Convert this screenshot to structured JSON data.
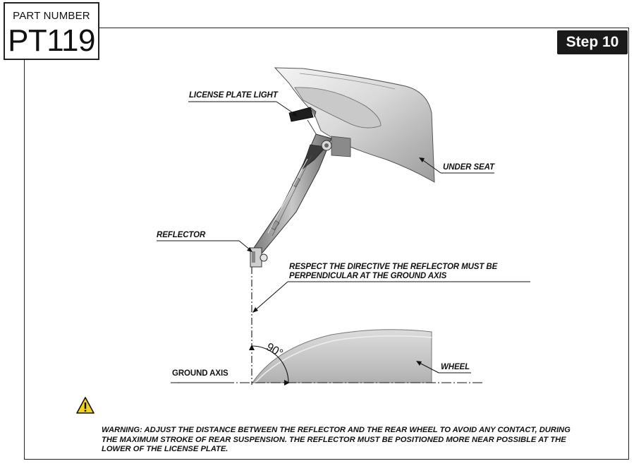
{
  "header": {
    "part_label": "PART NUMBER",
    "part_number": "PT119",
    "step": "Step 10"
  },
  "labels": {
    "license_plate_light": "LICENSE PLATE LIGHT",
    "under_seat": "UNDER SEAT",
    "reflector": "REFLECTOR",
    "directive_line1": "RESPECT THE DIRECTIVE THE REFLECTOR MUST BE",
    "directive_line2": "PERPENDICULAR AT THE GROUND AXIS",
    "angle": "90°",
    "ground_axis": "GROUND AXIS",
    "wheel": "WHEEL"
  },
  "warning": {
    "icon": "warning-triangle-icon",
    "heading": "WARNING:",
    "body": "ADJUST THE DISTANCE BETWEEN THE REFLECTOR AND THE REAR WHEEL TO AVOID ANY CONTACT, DURING THE MAXIMUM STROKE OF REAR SUSPENSION. THE REFLECTOR MUST BE POSITIONED MORE NEAR POSSIBLE AT THE LOWER OF THE LICENSE PLATE."
  }
}
